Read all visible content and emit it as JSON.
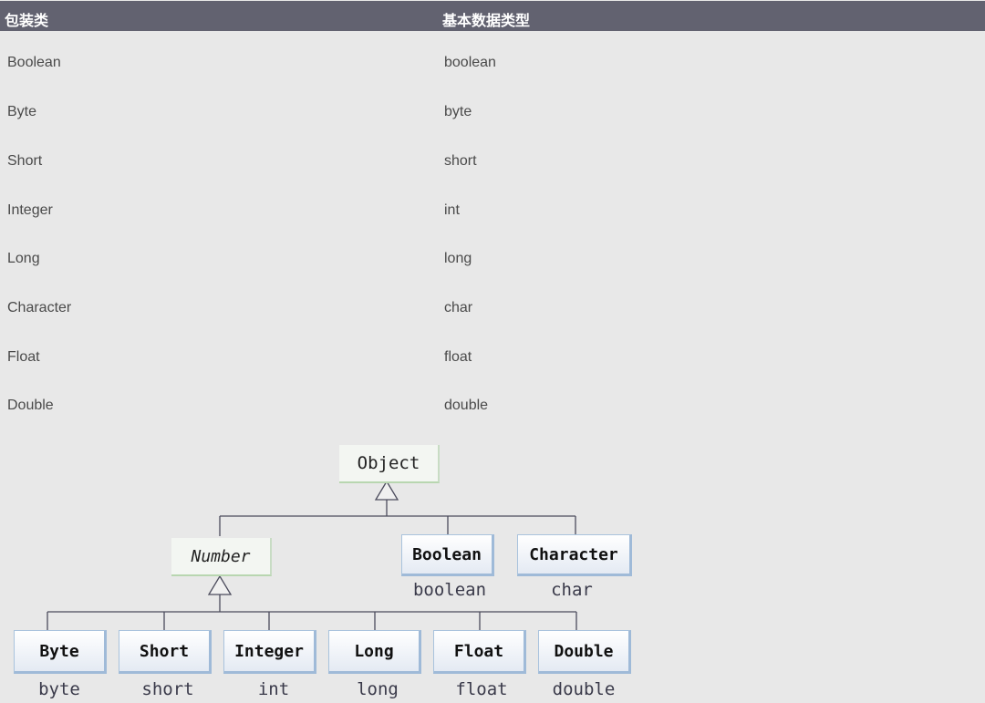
{
  "table": {
    "headers": [
      "包装类",
      "基本数据类型"
    ],
    "rows": [
      [
        "Boolean",
        "boolean"
      ],
      [
        "Byte",
        "byte"
      ],
      [
        "Short",
        "short"
      ],
      [
        "Integer",
        "int"
      ],
      [
        "Long",
        "long"
      ],
      [
        "Character",
        "char"
      ],
      [
        "Float",
        "float"
      ],
      [
        "Double",
        "double"
      ]
    ]
  },
  "diagram": {
    "root": "Object",
    "abstract": "Number",
    "direct_children": [
      {
        "name": "Boolean",
        "primitive": "boolean"
      },
      {
        "name": "Character",
        "primitive": "char"
      }
    ],
    "number_children": [
      {
        "name": "Byte",
        "primitive": "byte"
      },
      {
        "name": "Short",
        "primitive": "short"
      },
      {
        "name": "Integer",
        "primitive": "int"
      },
      {
        "name": "Long",
        "primitive": "long"
      },
      {
        "name": "Float",
        "primitive": "float"
      },
      {
        "name": "Double",
        "primitive": "double"
      }
    ]
  }
}
